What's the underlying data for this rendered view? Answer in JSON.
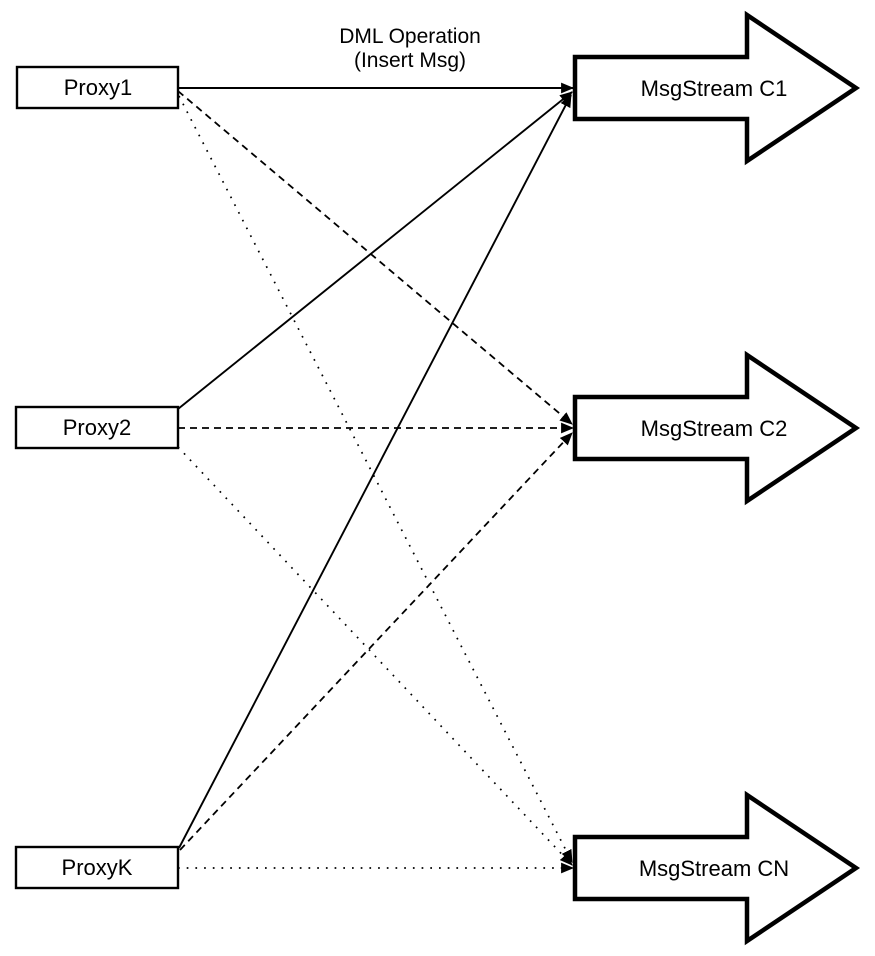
{
  "title": {
    "line1": "DML Operation",
    "line2": "(Insert Msg)"
  },
  "proxies": [
    {
      "label": "Proxy1"
    },
    {
      "label": "Proxy2"
    },
    {
      "label": "ProxyK"
    }
  ],
  "streams": [
    {
      "label": "MsgStream C1"
    },
    {
      "label": "MsgStream C2"
    },
    {
      "label": "MsgStream CN"
    }
  ],
  "edges": [
    {
      "from": "Proxy1",
      "to": "MsgStream C1",
      "style": "solid"
    },
    {
      "from": "Proxy1",
      "to": "MsgStream C2",
      "style": "dashed"
    },
    {
      "from": "Proxy1",
      "to": "MsgStream CN",
      "style": "dotted"
    },
    {
      "from": "Proxy2",
      "to": "MsgStream C1",
      "style": "solid"
    },
    {
      "from": "Proxy2",
      "to": "MsgStream C2",
      "style": "dashed"
    },
    {
      "from": "Proxy2",
      "to": "MsgStream CN",
      "style": "dotted"
    },
    {
      "from": "ProxyK",
      "to": "MsgStream C1",
      "style": "solid"
    },
    {
      "from": "ProxyK",
      "to": "MsgStream C2",
      "style": "dashed"
    },
    {
      "from": "ProxyK",
      "to": "MsgStream CN",
      "style": "dotted"
    }
  ],
  "colors": {
    "stroke": "#000000",
    "background": "#ffffff"
  }
}
